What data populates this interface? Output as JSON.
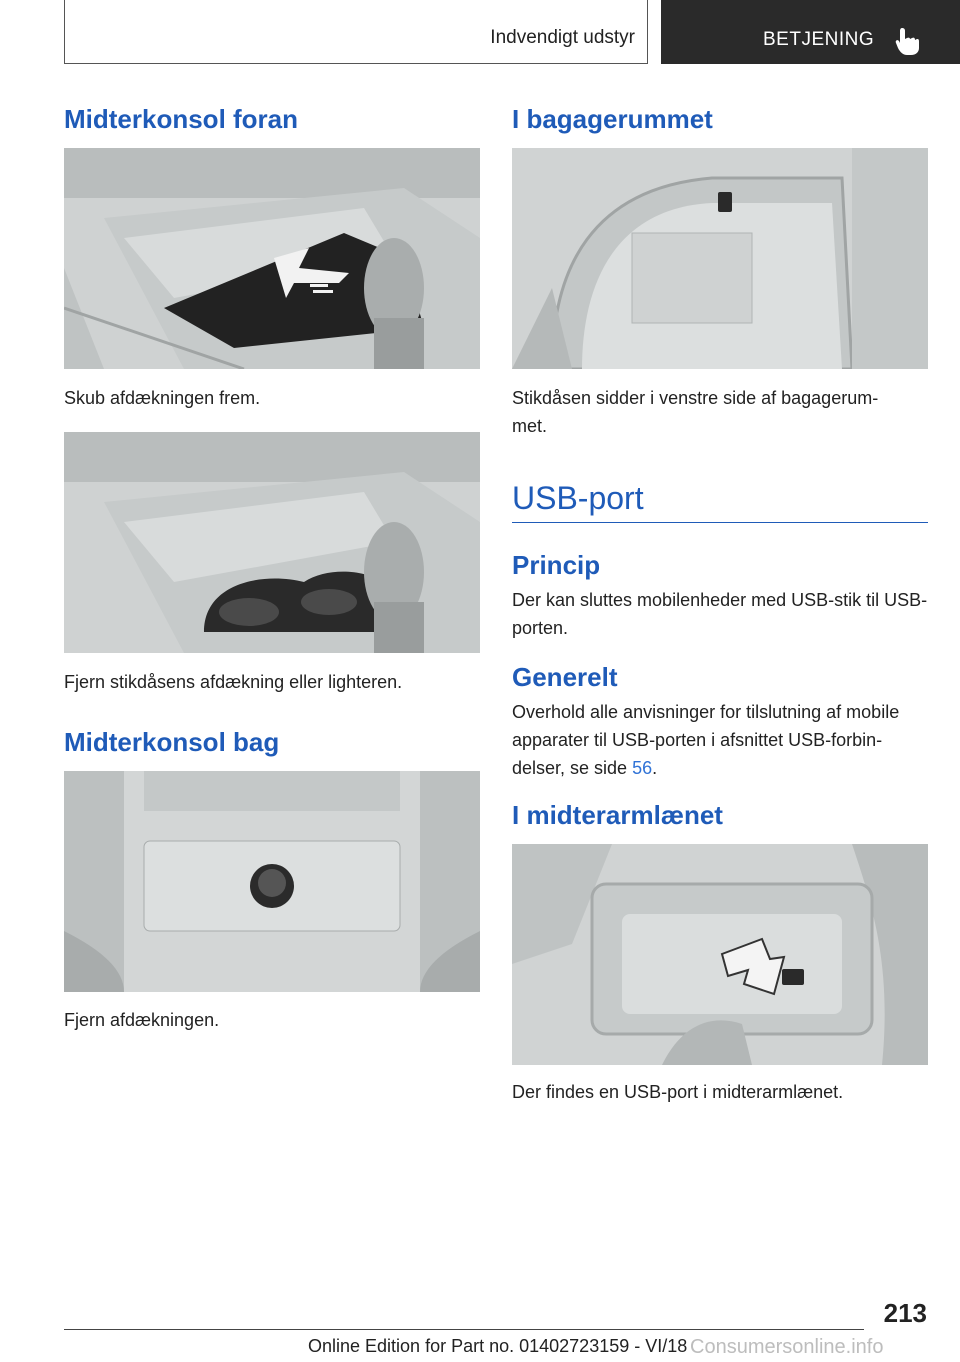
{
  "header": {
    "section_label": "Indvendigt udstyr",
    "chapter_label": "BETJENING"
  },
  "left": {
    "heading1": "Midterkonsol foran",
    "caption1": "Skub afdækningen frem.",
    "caption2": "Fjern stikdåsens afdækning eller lighteren.",
    "heading2": "Midterkonsol bag",
    "caption3": "Fjern afdækningen."
  },
  "right": {
    "heading1": "I bagagerummet",
    "caption1": "Stikdåsen sidder i venstre side af bagagerum-met.",
    "caption1_line1": "Stikdåsen sidder i venstre side af bagagerum-",
    "caption1_line2": "met.",
    "usb_heading": "USB-port",
    "princip_heading": "Princip",
    "princip_text": "Der kan sluttes mobilenheder med USB-stik til USB-porten.",
    "generelt_heading": "Generelt",
    "generelt_text": "Overhold alle anvisninger for tilslutning af mobile apparater til USB-porten i afsnittet USB-forbin-delser, se side",
    "generelt_link": "56",
    "generelt_end": ".",
    "armrest_heading": "I midterarmlænet",
    "armrest_caption": "Der findes en USB-port i midterarmlænet."
  },
  "footer": {
    "page_number": "213",
    "edition_text": "Online Edition for Part no. 01402723159 - VI/18",
    "watermark": "Consumersonline.info"
  },
  "icons": {
    "chapter_icon": "hand-pointer-icon"
  }
}
